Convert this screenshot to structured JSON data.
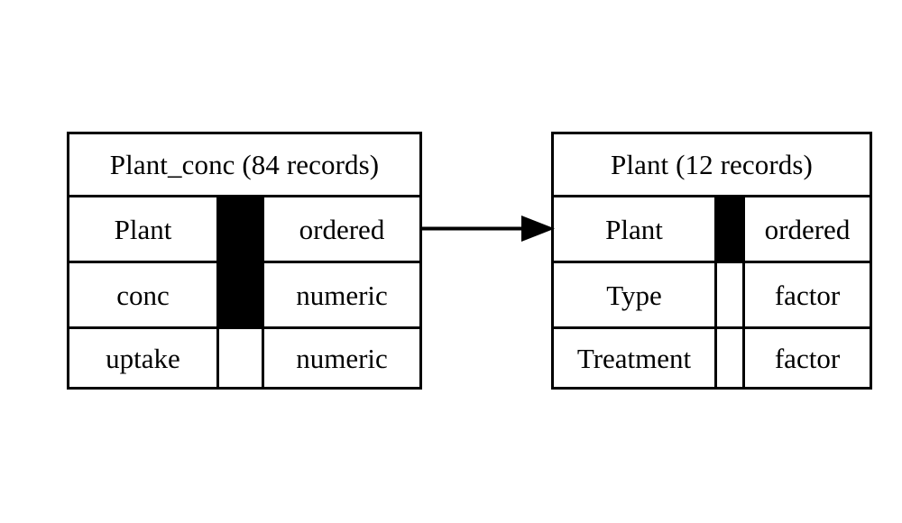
{
  "diagram": {
    "type": "entity-relationship-diagram",
    "background_color": "#ffffff",
    "line_color": "#000000",
    "key_marker_color": "#000000",
    "entities": [
      {
        "id": "plant_conc",
        "title": "Plant_conc (84 records)",
        "name": "Plant_conc",
        "record_count": "84 records",
        "attributes": [
          {
            "name": "Plant",
            "type": "ordered",
            "is_key": true
          },
          {
            "name": "conc",
            "type": "numeric",
            "is_key": true
          },
          {
            "name": "uptake",
            "type": "numeric",
            "is_key": false
          }
        ]
      },
      {
        "id": "plant",
        "title": "Plant (12 records)",
        "name": "Plant",
        "record_count": "12 records",
        "attributes": [
          {
            "name": "Plant",
            "type": "ordered",
            "is_key": true
          },
          {
            "name": "Type",
            "type": "factor",
            "is_key": false
          },
          {
            "name": "Treatment",
            "type": "factor",
            "is_key": false
          }
        ]
      }
    ],
    "relationships": [
      {
        "id": "plant_conc-to-plant",
        "from_entity": "plant_conc",
        "from_attribute": "Plant",
        "to_entity": "plant",
        "to_attribute": "Plant",
        "direction": "right",
        "style": "solid-line-with-filled-arrowhead"
      }
    ]
  }
}
